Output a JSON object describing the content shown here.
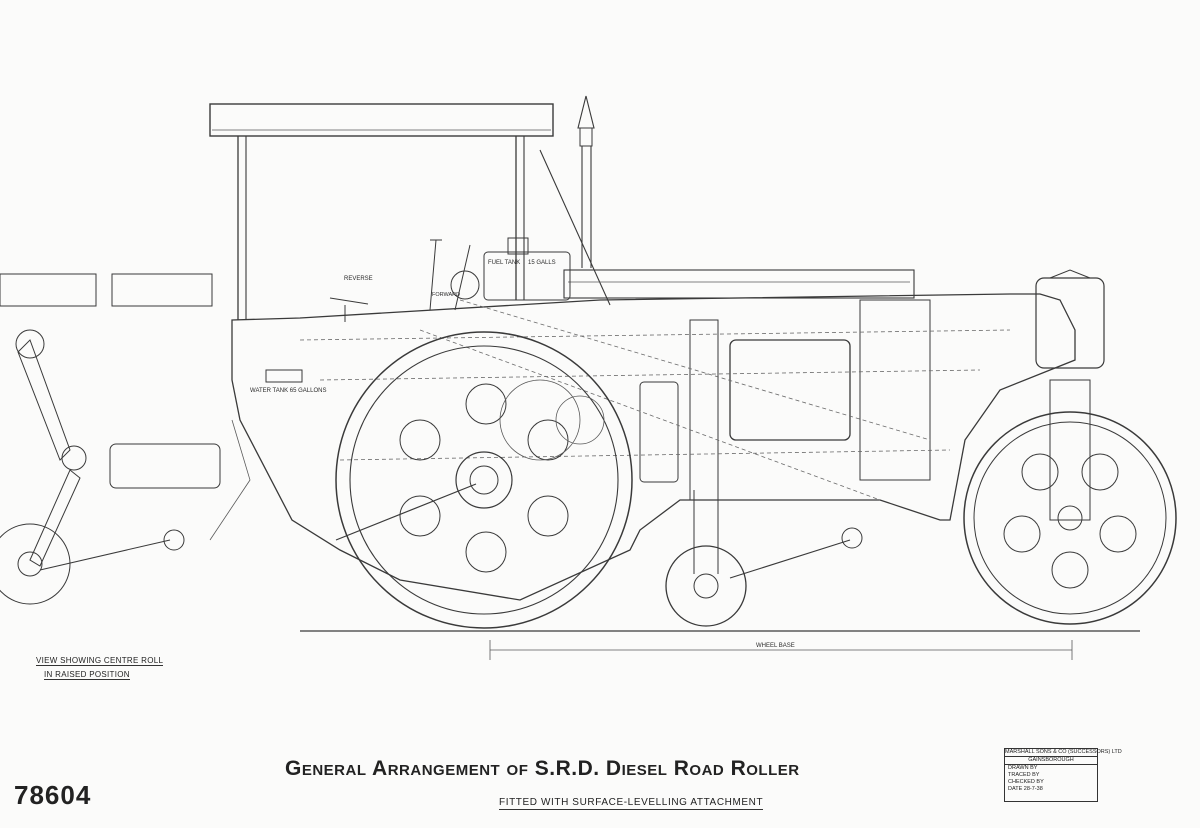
{
  "drawing": {
    "main_title": "General Arrangement of S.R.D. Diesel Road Roller",
    "sub_title": "FITTED WITH SURFACE-LEVELLING ATTACHMENT",
    "drawing_number": "78604",
    "view_note_line1": "VIEW SHOWING CENTRE ROLL",
    "view_note_line2": "IN RAISED POSITION"
  },
  "labels": {
    "reverse": "REVERSE",
    "forward": "FORWARD",
    "fuel_tank": "FUEL TANK",
    "fuel_capacity": "15 GALLS",
    "water_tank": "WATER TANK 65 GALLONS",
    "wheel_base": "WHEEL BASE"
  },
  "title_block": {
    "maker": "MARSHALL SONS & CO (SUCCESSORS) LTD",
    "town": "GAINSBOROUGH",
    "drawn_by": "DRAWN BY",
    "traced_by": "TRACED BY",
    "checked_by": "CHECKED BY",
    "date_label": "DATE",
    "date_value": "28-7-38"
  },
  "colors": {
    "paper": "#fbfbfa",
    "ink": "#3a3a3a"
  }
}
